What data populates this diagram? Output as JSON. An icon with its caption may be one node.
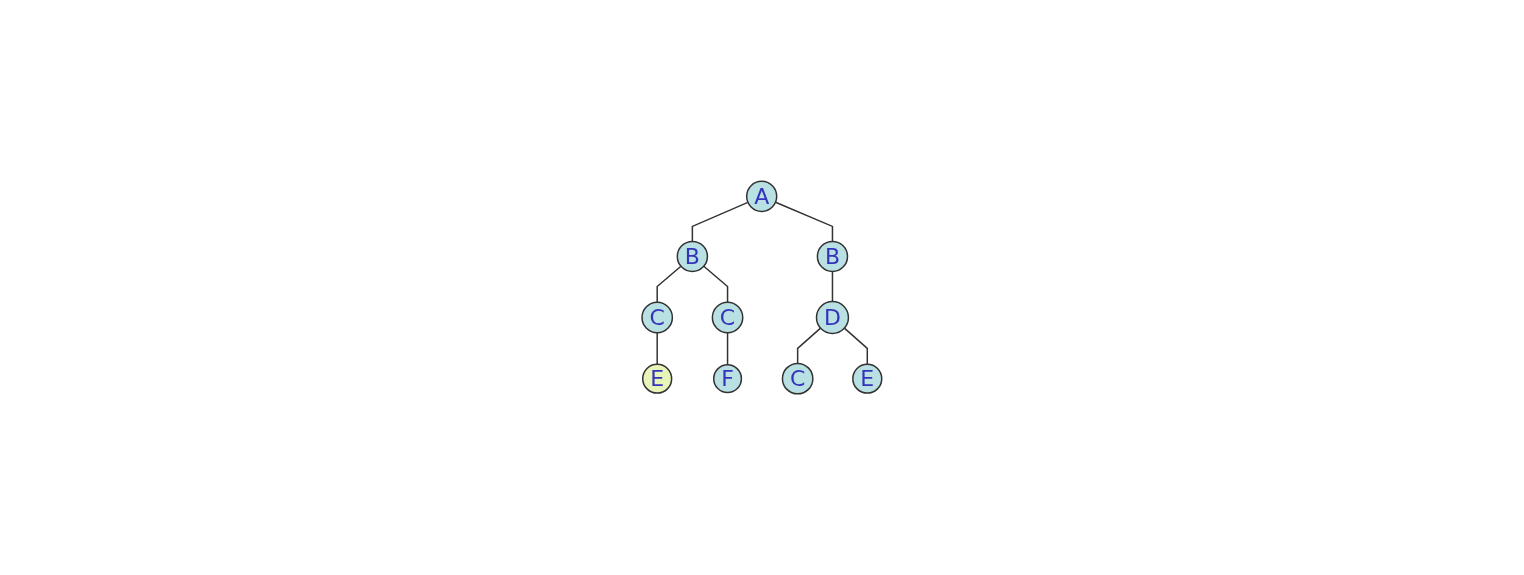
{
  "diagram": {
    "nodes": [
      {
        "text": [
          "A"
        ]
      },
      {
        "text": [
          "B"
        ]
      },
      {
        "text": [
          "B"
        ]
      },
      {
        "text": [
          "C"
        ]
      },
      {
        "text": [
          "C"
        ]
      },
      {
        "text": [
          "D"
        ]
      },
      {
        "text": [
          "E"
        ]
      },
      {
        "text": [
          "F"
        ]
      },
      {
        "text": [
          "C"
        ]
      },
      {
        "text": [
          "E"
        ]
      }
    ],
    "edges": [
      {
        "from": 0,
        "to": 1,
        "arrow": "none"
      },
      {
        "from": 0,
        "to": 2,
        "arrow": "none"
      },
      {
        "from": 1,
        "to": 3,
        "arrow": "none"
      },
      {
        "from": 1,
        "to": 4,
        "arrow": "none"
      },
      {
        "from": 2,
        "to": 5,
        "arrow": "none"
      },
      {
        "from": 3,
        "to": 6,
        "arrow": "none"
      },
      {
        "from": 4,
        "to": 7,
        "arrow": "none"
      },
      {
        "from": 5,
        "to": 8,
        "arrow": "none"
      },
      {
        "from": 5,
        "to": 9,
        "arrow": "none"
      }
    ]
  }
}
